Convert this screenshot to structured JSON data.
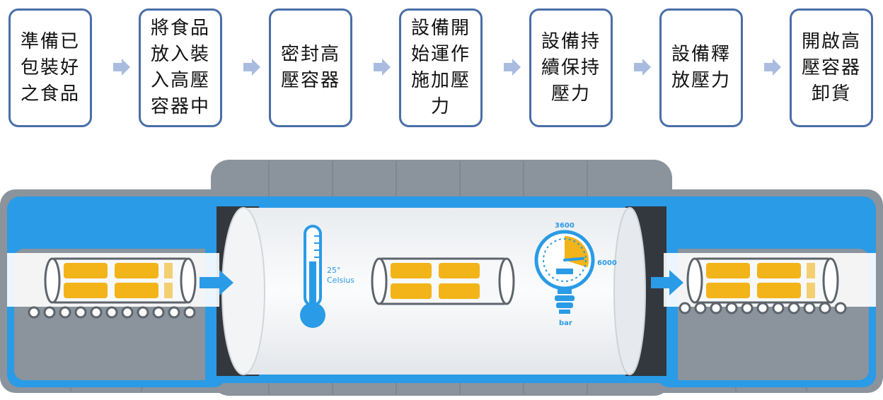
{
  "flow": {
    "steps": [
      {
        "label": "準備已包裝好之食品"
      },
      {
        "label": "將食品放入裝入高壓容器中"
      },
      {
        "label": "密封高壓容器"
      },
      {
        "label": "設備開始運作施加壓力"
      },
      {
        "label": "設備持續保持壓力"
      },
      {
        "label": "設備釋放壓力"
      },
      {
        "label": "開啟高壓容器卸貨"
      }
    ],
    "arrow_icon": "chevron-right-arrow",
    "box_border_color": "#4a6ea8",
    "arrow_color": "#a9bce0"
  },
  "illustration": {
    "thermometer_label_line1": "25°",
    "thermometer_label_line2": "Celsius",
    "gauge_top_value": "3600",
    "gauge_right_value": "6000",
    "gauge_unit": "bar",
    "gauge_level_percent": 60,
    "colors": {
      "frame_gray": "#8b939d",
      "frame_light": "#b8bec6",
      "accent_blue": "#2a9be6",
      "product_yellow": "#f2b418",
      "vessel_white": "#f7f8f9",
      "end_cap": "#33383f"
    }
  }
}
